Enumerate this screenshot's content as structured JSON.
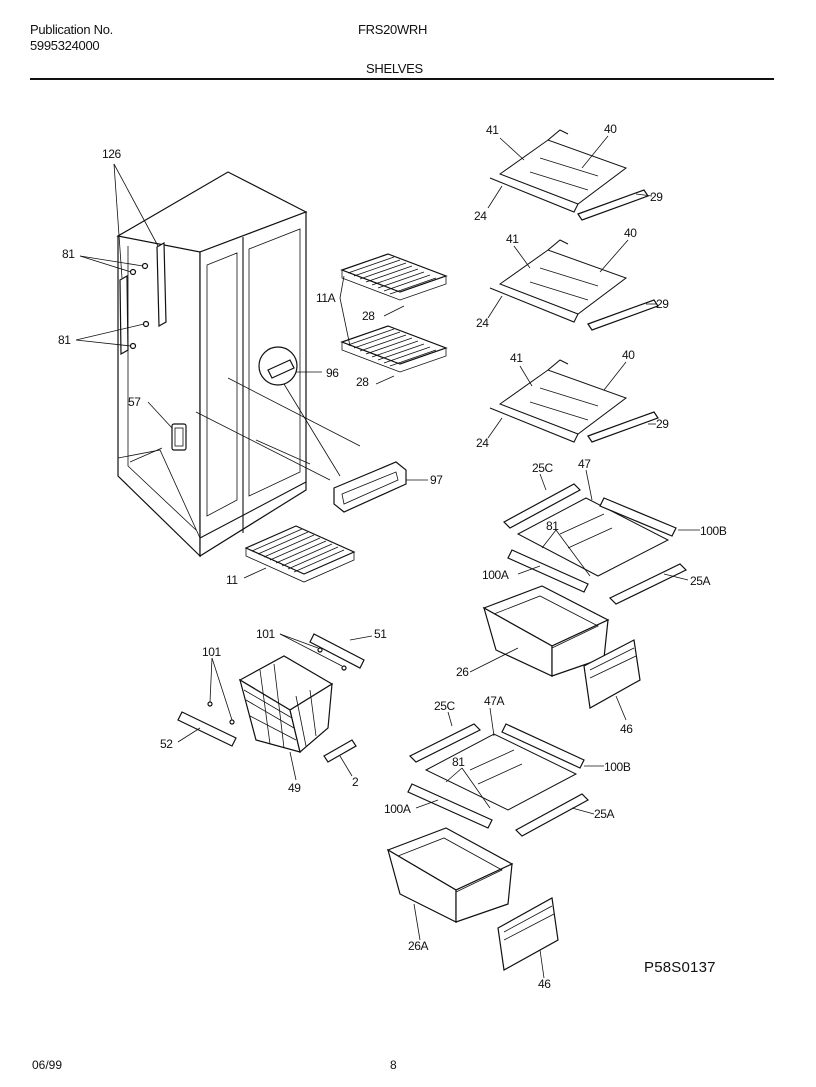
{
  "header": {
    "publication_label": "Publication No.",
    "publication_number": "5995324000",
    "model": "FRS20WRH",
    "section": "SHELVES"
  },
  "callouts": {
    "c126": "126",
    "c81a": "81",
    "c81b": "81",
    "c57": "57",
    "c11A": "11A",
    "c28a": "28",
    "c28b": "28",
    "c96": "96",
    "c97": "97",
    "c11": "11",
    "c41a": "41",
    "c40a": "40",
    "c24a": "24",
    "c29a": "29",
    "c41b": "41",
    "c40b": "40",
    "c24b": "24",
    "c29b": "29",
    "c41c": "41",
    "c40c": "40",
    "c24c": "24",
    "c29c": "29",
    "c25C_a": "25C",
    "c47": "47",
    "c100B_a": "100B",
    "c81c": "81",
    "c100A_a": "100A",
    "c25A_a": "25A",
    "c26": "26",
    "c46a": "46",
    "c101a": "101",
    "c51": "51",
    "c101b": "101",
    "c52": "52",
    "c49": "49",
    "c2": "2",
    "c25C_b": "25C",
    "c47A": "47A",
    "c100B_b": "100B",
    "c81d": "81",
    "c100A_b": "100A",
    "c25A_b": "25A",
    "c26A": "26A",
    "c46b": "46"
  },
  "diagram_code": "P58S0137",
  "footer": {
    "date": "06/99",
    "page": "8"
  }
}
